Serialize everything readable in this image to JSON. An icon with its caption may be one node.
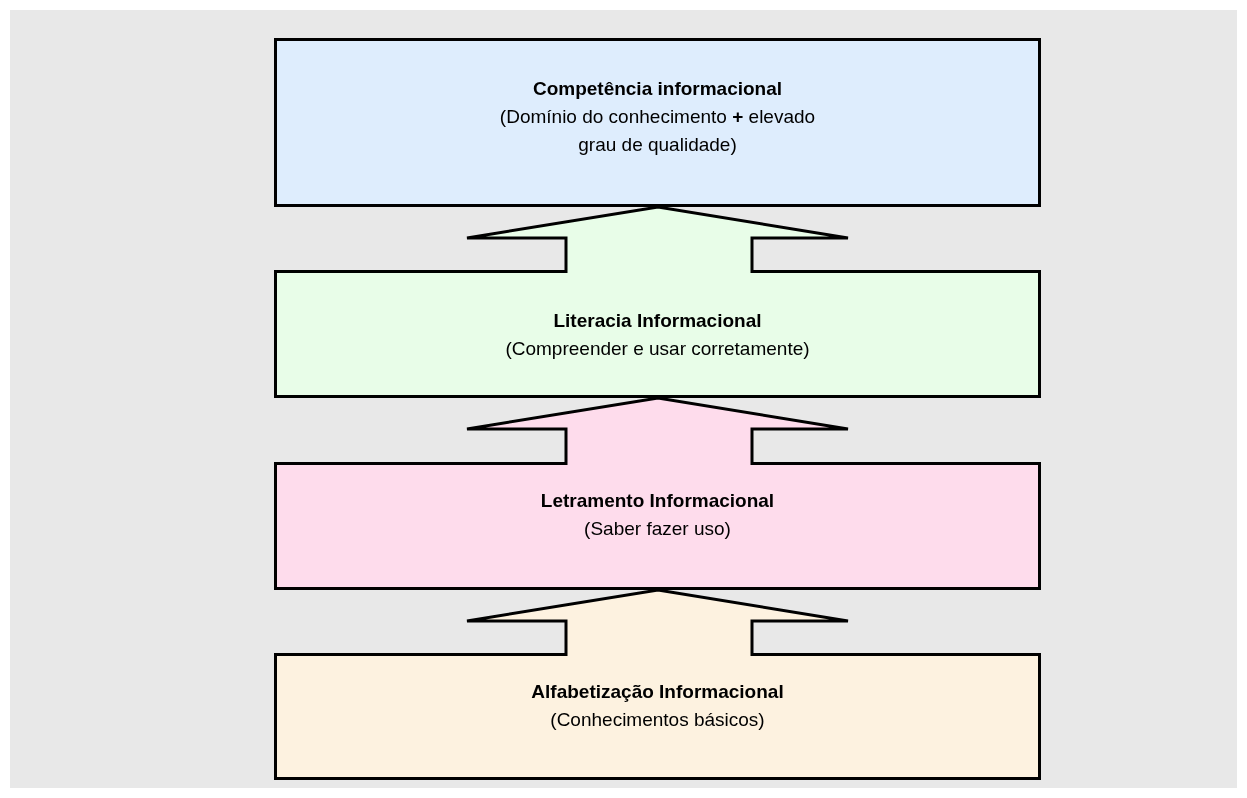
{
  "diagram": {
    "nodes": [
      {
        "text": [
          "Competência informacional",
          "(Domínio do conhecimento **+** elevado grau de qualidade)"
        ]
      },
      {
        "text": [
          "Literacia Informacional",
          "(Compreender e usar corretamente)"
        ]
      },
      {
        "text": [
          "Letramento Informacional",
          "(Saber fazer uso)"
        ]
      },
      {
        "text": [
          "Alfabetização Informacional",
          "(Conhecimentos básicos)"
        ]
      }
    ],
    "edges": [
      {
        "from": 3,
        "to": 2,
        "arrow": "to"
      },
      {
        "from": 2,
        "to": 1,
        "arrow": "to"
      },
      {
        "from": 1,
        "to": 0,
        "arrow": "to"
      }
    ]
  }
}
